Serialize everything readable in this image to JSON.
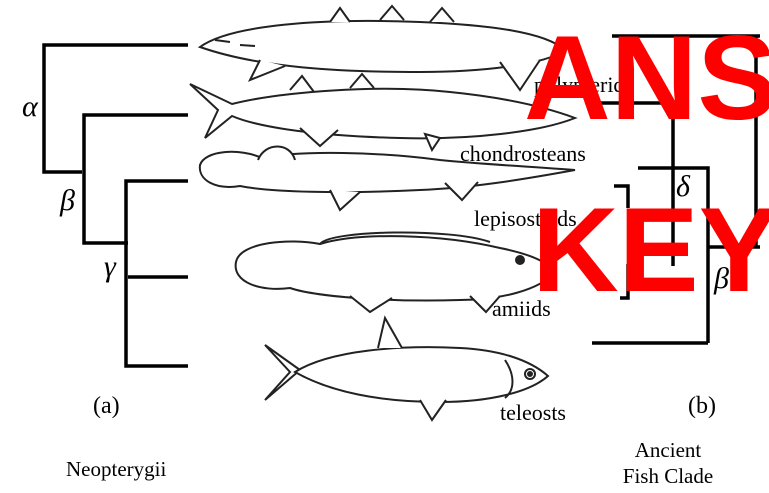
{
  "labels": {
    "alpha": "α",
    "beta_left": "β",
    "gamma": "γ",
    "delta": "δ",
    "beta_right": "β",
    "panel_a": "(a)",
    "panel_b": "(b)"
  },
  "taxa": {
    "polypterids": "polypterids",
    "chondrosteans": "chondrosteans",
    "lepisosteids": "lepisosteids",
    "amiids": "amiids",
    "teleosts": "teleosts"
  },
  "captions": {
    "left": "Neopterygii",
    "right_line1": "Ancient",
    "right_line2": "Fish Clade"
  },
  "watermark": {
    "line1": "ANS",
    "line2": "KEY",
    "color": "#ff0000"
  },
  "icons": [
    "sturgeon-drawing",
    "paddlefish-drawing",
    "gar-drawing",
    "bowfin-drawing",
    "teleost-drawing"
  ]
}
